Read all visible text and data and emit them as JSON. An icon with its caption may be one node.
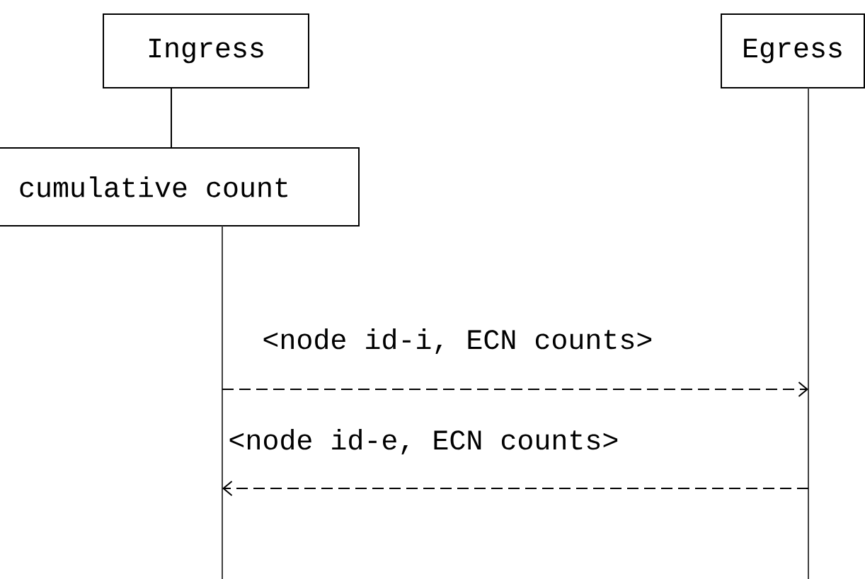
{
  "diagram": {
    "nodes": [
      {
        "text": [
          "Ingress"
        ]
      },
      {
        "text": [
          "Egress"
        ]
      },
      {
        "text": [
          "cumulative count"
        ]
      }
    ],
    "edges": [
      {
        "from": 0,
        "to": 2,
        "arrow": "none"
      },
      {
        "from": 2,
        "to": 1,
        "arrow": "to",
        "label": "<node id-i, ECN counts>",
        "style": "dashed"
      },
      {
        "from": 1,
        "to": 2,
        "arrow": "to",
        "label": "<node id-e, ECN counts>",
        "style": "dashed"
      }
    ]
  }
}
